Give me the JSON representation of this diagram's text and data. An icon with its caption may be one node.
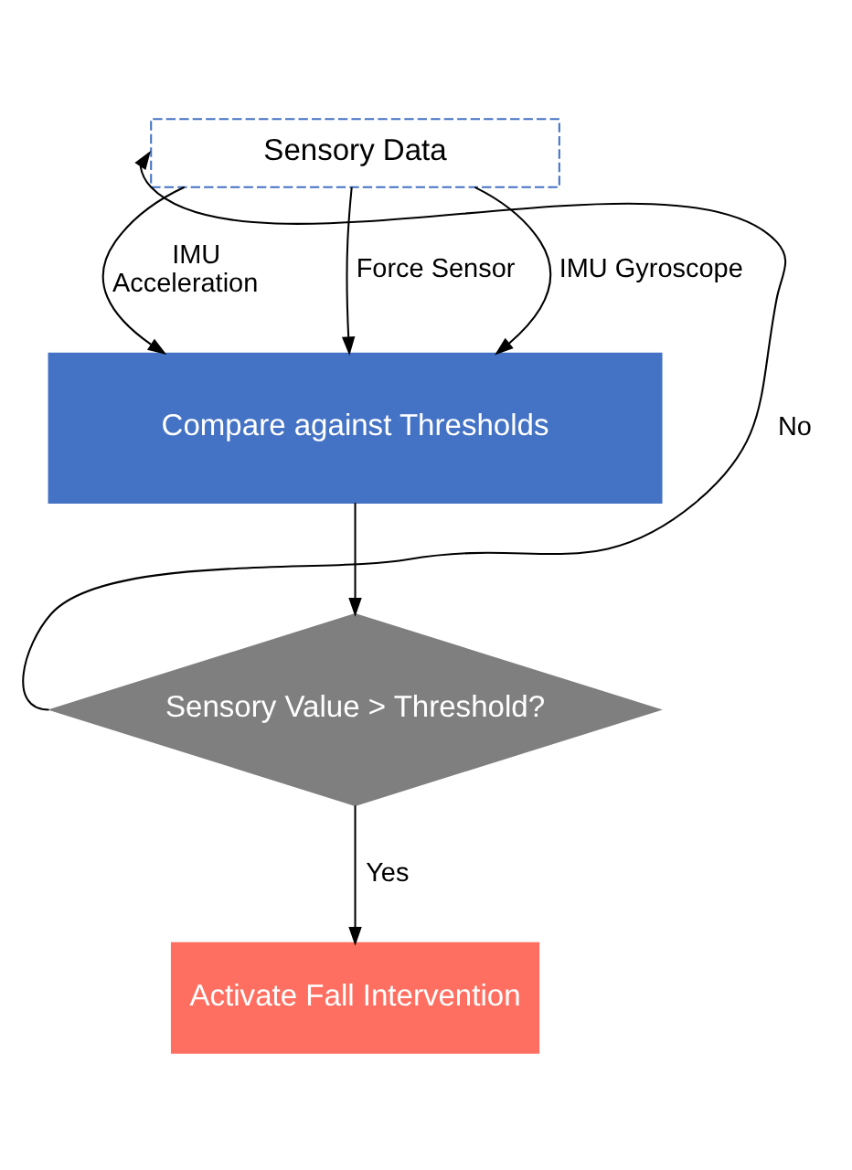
{
  "diagram": {
    "nodes": [
      {
        "text": [
          "Sensory Data"
        ]
      },
      {
        "text": [
          "Compare against Thresholds"
        ]
      },
      {
        "text": [
          "Sensory Value > Threshold?"
        ]
      },
      {
        "text": [
          "Activate Fall Intervention"
        ]
      }
    ],
    "edges": [
      {
        "from": 0,
        "to": 1,
        "arrow": "to",
        "label": "IMU Acceleration"
      },
      {
        "from": 0,
        "to": 1,
        "arrow": "to",
        "label": "Force Sensor"
      },
      {
        "from": 0,
        "to": 1,
        "arrow": "to",
        "label": "IMU Gyroscope"
      },
      {
        "from": 1,
        "to": 2,
        "arrow": "to"
      },
      {
        "from": 2,
        "to": 0,
        "arrow": "to",
        "label": "No"
      },
      {
        "from": 2,
        "to": 3,
        "arrow": "to",
        "label": "Yes"
      }
    ]
  }
}
